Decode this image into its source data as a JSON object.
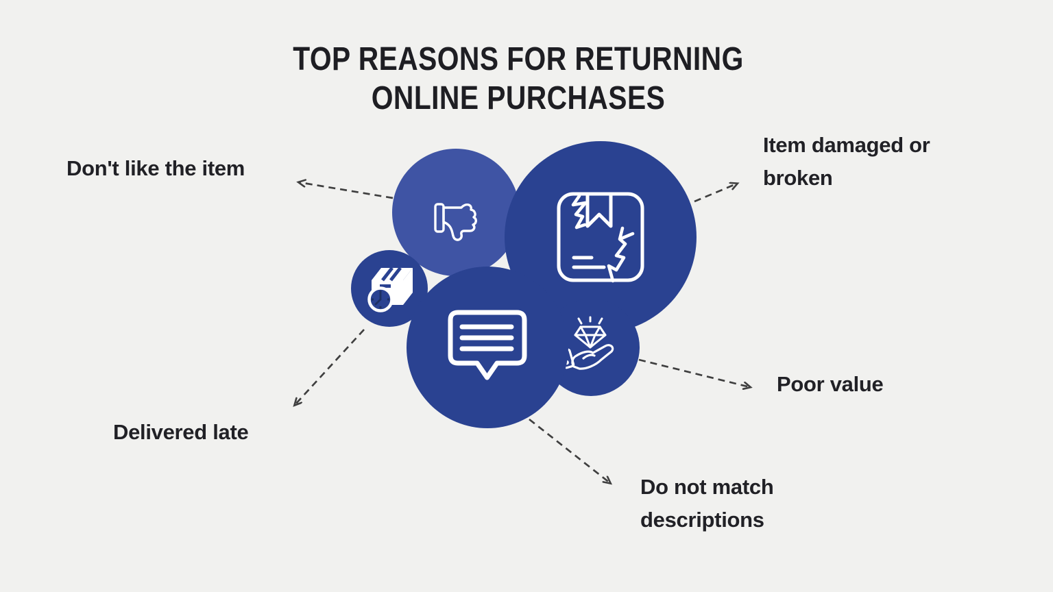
{
  "title": {
    "line1": "TOP REASONS FOR RETURNING",
    "line2": "ONLINE PURCHASES"
  },
  "reasons": [
    {
      "id": "dont-like-item",
      "label": "Don't like the item",
      "icon": "thumbs-down-icon"
    },
    {
      "id": "item-damaged-or-broken",
      "label": "Item damaged or broken",
      "icon": "damaged-package-icon"
    },
    {
      "id": "delivered-late",
      "label": "Delivered late",
      "icon": "package-clock-icon"
    },
    {
      "id": "poor-value",
      "label": "Poor value",
      "icon": "diamond-in-hand-icon"
    },
    {
      "id": "do-not-match-descriptions",
      "label": "Do not match descriptions",
      "icon": "chat-bubble-icon"
    }
  ],
  "colors": {
    "background": "#F1F1EF",
    "circle_dark": "#2A4291",
    "circle_light": "#3F54A4",
    "icon_stroke": "#FFFFFF",
    "clock_hands": "#1D3063",
    "text": "#212126",
    "arrow": "#3F3F3F"
  }
}
